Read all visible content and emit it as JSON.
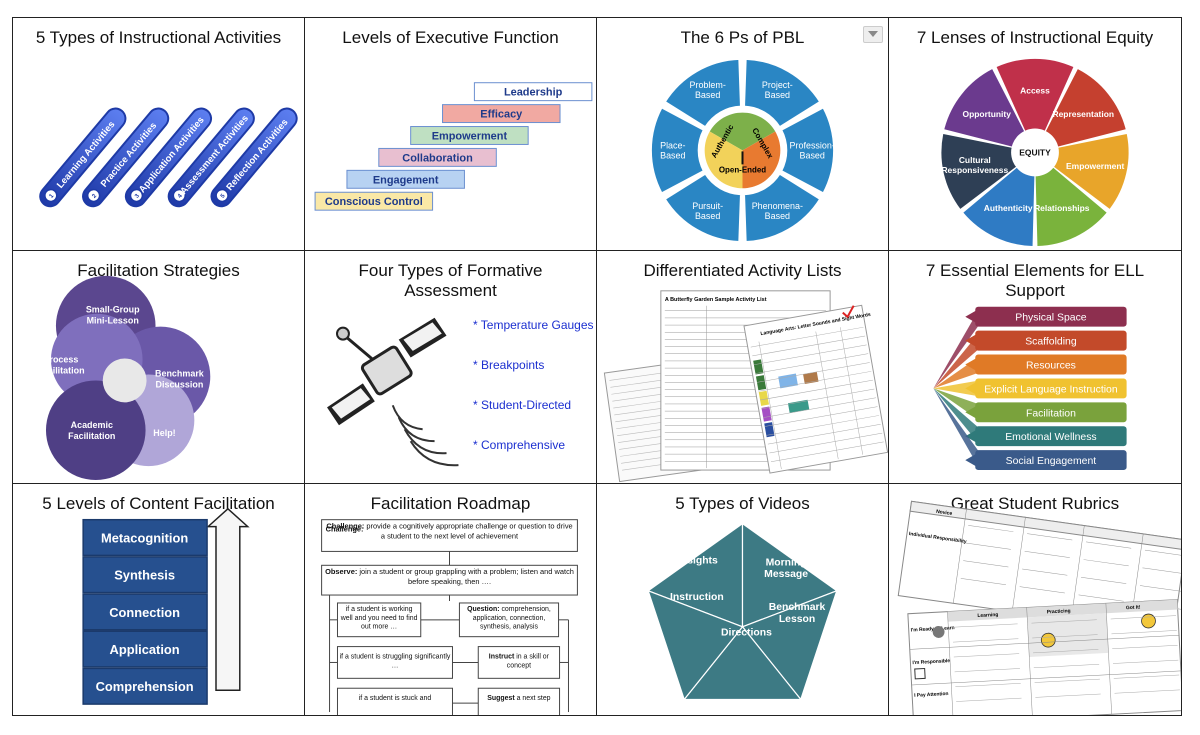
{
  "cells": [
    {
      "title": "5 Types of Instructional Activities",
      "items": [
        "Learning Activities",
        "Practice Activities",
        "Application Activities",
        "Assessment Activities",
        "Reflection Activities"
      ]
    },
    {
      "title": "Levels of Executive Function",
      "steps": [
        "Leadership",
        "Efficacy",
        "Empowerment",
        "Collaboration",
        "Engagement",
        "Conscious Control"
      ]
    },
    {
      "title": "The 6 Ps of PBL",
      "outer": [
        "Problem-Based",
        "Project-Based",
        "Profession-Based",
        "Phenomena-Based",
        "Pursuit-Based",
        "Place-Based"
      ],
      "inner": [
        "Authentic",
        "Complex",
        "Open-Ended"
      ]
    },
    {
      "title": "7 Lenses of Instructional Equity",
      "center": "EQUITY",
      "lenses": [
        "Access",
        "Representation",
        "Empowerment",
        "Relationships",
        "Authenticity",
        "Cultural Responsiveness",
        "Opportunity"
      ]
    },
    {
      "title": "Facilitation Strategies",
      "circles": [
        "Small-Group Mini-Lesson",
        "Benchmark Discussion",
        "Help!",
        "Academic Facilitation",
        "Process Facilitation"
      ]
    },
    {
      "title": "Four Types of Formative Assessment",
      "items": [
        "* Temperature Gauges",
        "* Breakpoints",
        "* Student-Directed",
        "* Comprehensive"
      ]
    },
    {
      "title": "Differentiated Activity Lists",
      "doc_heading": "A Butterfly Garden Sample Activity List",
      "doc_heading2": "Language Arts: Letter Sounds and Sight Words"
    },
    {
      "title": "7 Essential Elements for ELL Support",
      "bars": [
        "Physical Space",
        "Scaffolding",
        "Resources",
        "Explicit Language Instruction",
        "Facilitation",
        "Emotional Wellness",
        "Social Engagement"
      ]
    },
    {
      "title": "5 Levels of Content Facilitation",
      "levels": [
        "Metacognition",
        "Synthesis",
        "Connection",
        "Application",
        "Comprehension"
      ]
    },
    {
      "title": "Facilitation Roadmap",
      "challenge_lbl": "Challenge:",
      "challenge": "provide a cognitively appropriate challenge or question to drive a student to the next level of achievement",
      "observe_lbl": "Observe:",
      "observe": "join a student or group grappling with a problem; listen and watch before speaking, then ….",
      "if1": "if a student is working well and you need to find out more …",
      "question_lbl": "Question:",
      "question": "comprehension, application, connection, synthesis, analysis",
      "if2": "if a student is struggling significantly …",
      "instruct_lbl": "Instruct",
      "instruct": "in a skill or concept",
      "if3": "if a student is stuck and",
      "suggest_lbl": "Suggest",
      "suggest": "a next step"
    },
    {
      "title": "5 Types of Videos",
      "segments": [
        "Insights",
        "Morning Message",
        "Benchmark Lesson",
        "Directions",
        "Instruction"
      ]
    },
    {
      "title": "Great Student Rubrics",
      "doc_labels": [
        "Individual Responsibility",
        "I'm Ready to Learn",
        "I'm Responsible",
        "I Pay Attention",
        "Learning",
        "Practicing",
        "Got It!",
        "Novice"
      ]
    }
  ],
  "colors": {
    "pill": "#2e4fc6",
    "pbl": "#2a86c4",
    "teal": "#3d7a84",
    "navy": "#26508f",
    "purple": "#6a58a8"
  }
}
